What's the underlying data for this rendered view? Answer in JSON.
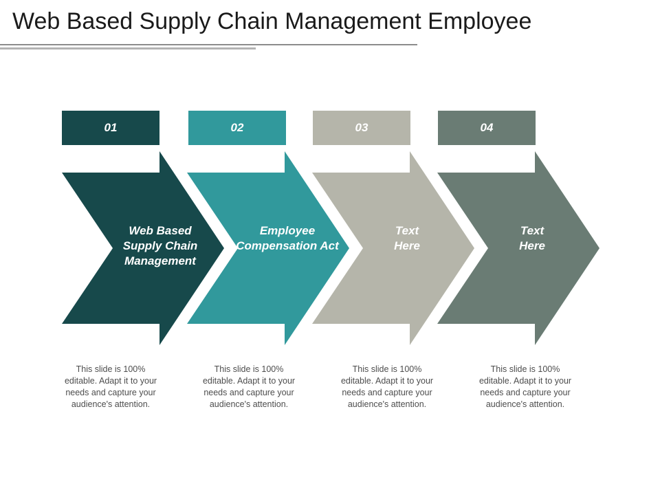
{
  "title": "Web Based Supply Chain Management Employee",
  "colors": {
    "step1": "#17494b",
    "step2": "#31999c",
    "step3": "#b5b5aa",
    "step4": "#6a7c74",
    "title_text": "#1a1a1a",
    "description_text": "#4d4d4d"
  },
  "steps": [
    {
      "number": "01",
      "label": "Web Based Supply Chain Management",
      "description": "This slide is 100% editable. Adapt it to your needs and capture your audience's attention."
    },
    {
      "number": "02",
      "label": "Employee Compensation Act",
      "description": "This slide is 100% editable. Adapt it to your needs and capture your audience's attention."
    },
    {
      "number": "03",
      "label": "Text Here",
      "description": "This slide is 100% editable. Adapt it to your needs and capture your audience's attention."
    },
    {
      "number": "04",
      "label": "Text Here",
      "description": "This slide is 100% editable. Adapt it to your needs and capture your audience's attention."
    }
  ]
}
